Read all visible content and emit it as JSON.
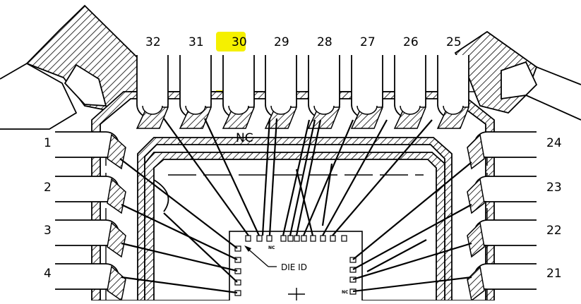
{
  "diagram": {
    "top_pins": [
      "32",
      "31",
      "30",
      "29",
      "28",
      "27",
      "26",
      "25"
    ],
    "left_pins": [
      "1",
      "2",
      "3",
      "4"
    ],
    "right_pins": [
      "24",
      "23",
      "22",
      "21"
    ],
    "highlighted_pin": "30",
    "highlight_color": "#f5f000",
    "nc_label": "NC",
    "die_id_label": "DIE ID",
    "pad_nc_marks": [
      "NC",
      "NC"
    ],
    "line_color": "#000000",
    "background": "#ffffff"
  }
}
